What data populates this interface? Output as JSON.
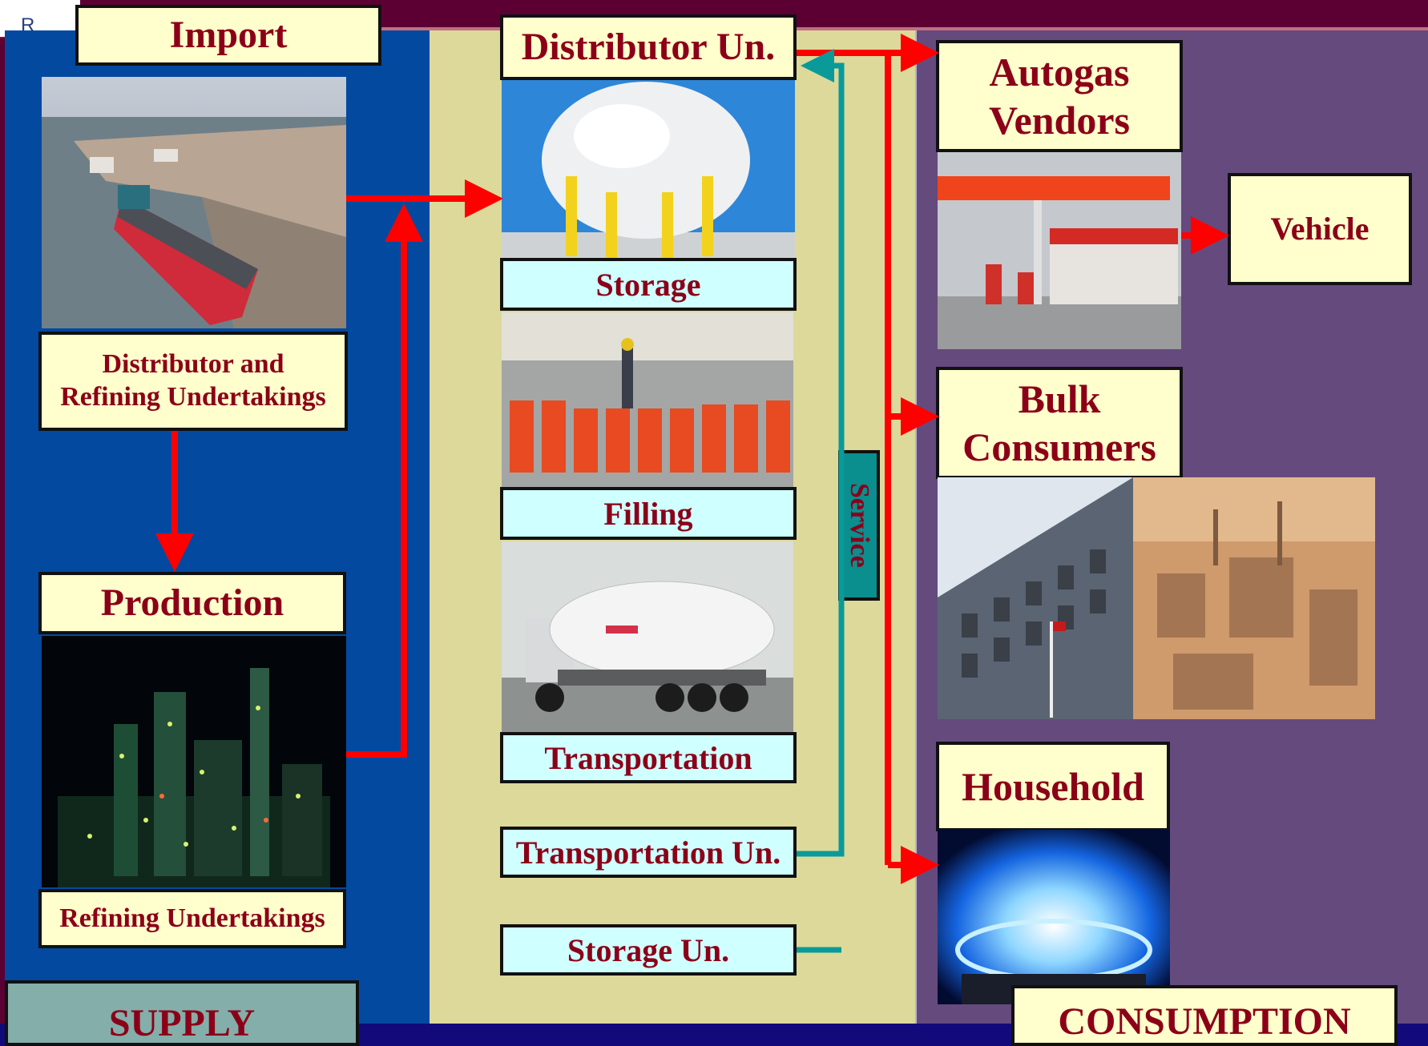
{
  "header": {
    "logo_letters": "R A"
  },
  "supply": {
    "import_label": "Import",
    "distributor_refining_label_line1": "Distributor and",
    "distributor_refining_label_line2": "Refining Undertakings",
    "production_label": "Production",
    "refining_label": "Refining Undertakings",
    "section_label": "SUPPLY"
  },
  "distribution": {
    "distributor_label": "Distributor Un.",
    "storage_label": "Storage",
    "filling_label": "Filling",
    "transportation_label": "Transportation",
    "transportation_un_label": "Transportation Un.",
    "storage_un_label": "Storage Un.",
    "service_label": "Service"
  },
  "consumption": {
    "autogas_line1": "Autogas",
    "autogas_line2": "Vendors",
    "vehicle_label": "Vehicle",
    "bulk_line1": "Bulk",
    "bulk_line2": "Consumers",
    "household_label": "Household",
    "section_label": "CONSUMPTION"
  },
  "colors": {
    "arrow": "#ff0000",
    "service_arrow": "#0a9a9a",
    "label_text": "#8b0018"
  }
}
